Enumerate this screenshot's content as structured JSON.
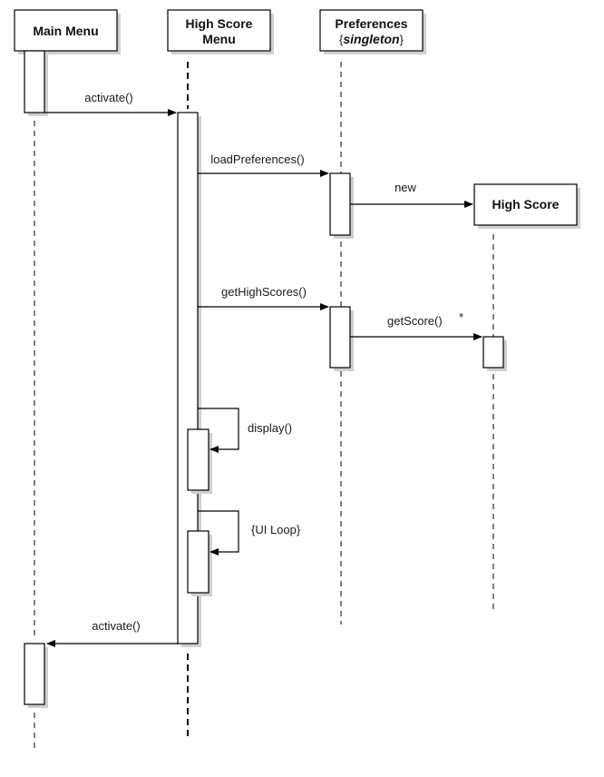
{
  "diagram": {
    "type": "UML sequence diagram",
    "participants": [
      {
        "id": "main_menu",
        "name": "Main Menu",
        "lines": [
          "Main Menu"
        ]
      },
      {
        "id": "high_score_menu",
        "name": "High Score Menu",
        "lines": [
          "High Score",
          "Menu"
        ]
      },
      {
        "id": "preferences",
        "name": "Preferences",
        "lines": [
          "Preferences"
        ],
        "stereotype_open": "{",
        "stereotype": "singleton",
        "stereotype_close": "}"
      },
      {
        "id": "high_score",
        "name": "High Score",
        "lines": [
          "High Score"
        ]
      }
    ],
    "messages": [
      {
        "from": "main_menu",
        "to": "high_score_menu",
        "label": "activate()"
      },
      {
        "from": "high_score_menu",
        "to": "preferences",
        "label": "loadPreferences()"
      },
      {
        "from": "preferences",
        "to": "high_score",
        "label": "new",
        "kind": "create"
      },
      {
        "from": "high_score_menu",
        "to": "preferences",
        "label": "getHighScores()"
      },
      {
        "from": "preferences",
        "to": "high_score",
        "label": "getScore()",
        "multiplicity": "*"
      },
      {
        "from": "high_score_menu",
        "to": "high_score_menu",
        "label": "display()",
        "kind": "self"
      },
      {
        "from": "high_score_menu",
        "to": "high_score_menu",
        "label": "{UI Loop}",
        "kind": "self"
      },
      {
        "from": "high_score_menu",
        "to": "main_menu",
        "label": "activate()"
      }
    ]
  }
}
